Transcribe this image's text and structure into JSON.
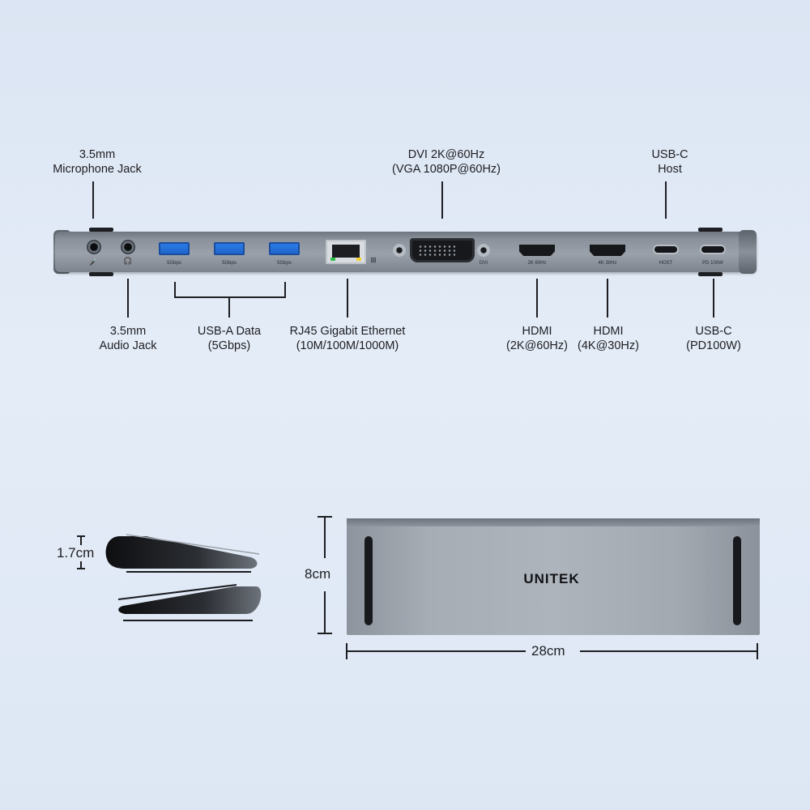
{
  "top_labels": {
    "mic": [
      "3.5mm",
      "Microphone Jack"
    ],
    "dvi": [
      "DVI 2K@60Hz",
      "(VGA 1080P@60Hz)"
    ],
    "usbc_host": [
      "USB-C",
      "Host"
    ]
  },
  "bottom_labels": {
    "audio": [
      "3.5mm",
      "Audio Jack"
    ],
    "usba": [
      "USB-A Data",
      "(5Gbps)"
    ],
    "rj45": [
      "RJ45 Gigabit Ethernet",
      "(10M/100M/1000M)"
    ],
    "hdmi1": [
      "HDMI",
      "(2K@60Hz)"
    ],
    "hdmi2": [
      "HDMI",
      "(4K@30Hz)"
    ],
    "usbc_pd": [
      "USB-C",
      "(PD100W)"
    ]
  },
  "port_marks": {
    "usba": "5Gbps",
    "dvi": "DVI",
    "hdmi1": "2K 60Hz",
    "hdmi2": "4K 30Hz",
    "host": "HOST",
    "pd": "PD 100W"
  },
  "brand": "UNITEK",
  "dimensions": {
    "thickness": "1.7cm",
    "height": "8cm",
    "width": "28cm"
  },
  "colors": {
    "usba_blue": "#1e63c9",
    "body_gray": "#9aa1ab"
  }
}
